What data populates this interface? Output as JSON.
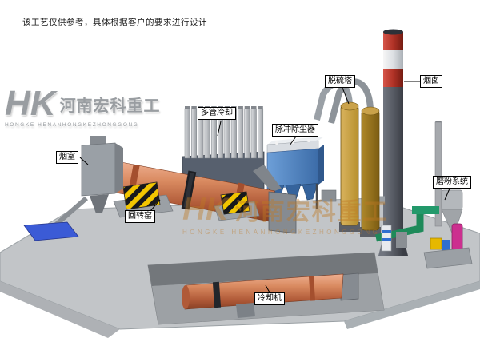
{
  "disclaimer": "该工艺仅供参考，具体根据客户的要求进行设计",
  "brand": {
    "logo_initials": "HK",
    "name_cn": "河南宏科重工",
    "name_en": "HONGKE HENANHONGKEZHONGGONG"
  },
  "watermark": {
    "logo_initials": "HK",
    "name_cn": "河南宏科重工",
    "name_en": "HONGKE HENANHONGKEZHONGGONG"
  },
  "labels": {
    "smoke_chamber": "烟室",
    "rotary_kiln": "回转窑",
    "multi_tube_cooler": "多管冷却",
    "pulse_dust_collector": "脉冲除尘器",
    "desulfurization_tower": "脱硫塔",
    "chimney": "烟囱",
    "grinding_system": "磨粉系统",
    "cooler": "冷却机"
  },
  "colors": {
    "kiln_body": "#cf7a55",
    "dust_collector_blue": "#4f86c6",
    "desulfurization_tower_tan": "#b8912f",
    "chimney_band_red": "#b03226",
    "chimney_body_gray": "#4a4d55",
    "ground_gray": "#c2c5c8",
    "hazard_yellow": "#f2c500",
    "pipe_green": "#1e8a5a",
    "accent_magenta": "#cc2f8f",
    "pad_blue": "#3b5bd6"
  }
}
